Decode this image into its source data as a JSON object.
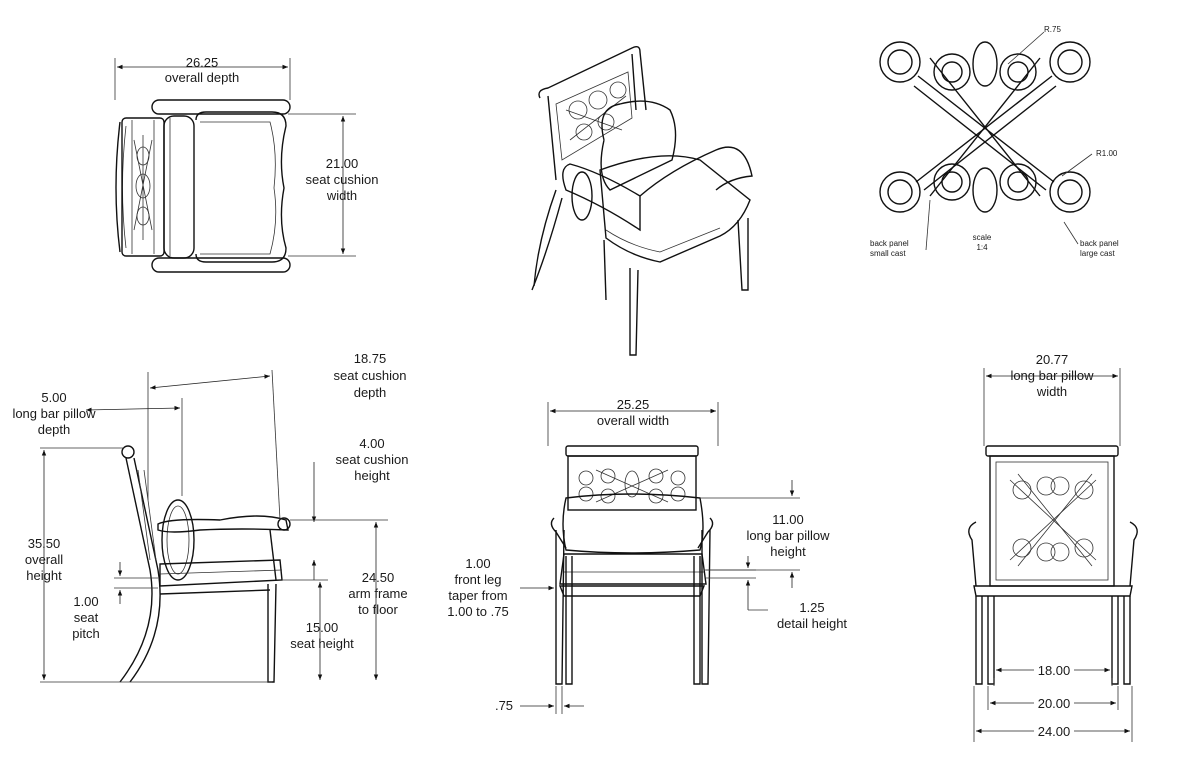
{
  "top_view": {
    "overall_depth": {
      "value": "26.25",
      "label": "overall depth"
    },
    "seat_cushion_width": {
      "value": "21.00",
      "line1": "seat cushion",
      "line2": "width"
    }
  },
  "panel_detail": {
    "small_radius": "R.75",
    "large_radius": "R1.00",
    "small_cast": {
      "line1": "back panel",
      "line2": "small cast"
    },
    "scale": {
      "line1": "scale",
      "line2": "1:4"
    },
    "large_cast": {
      "line1": "back panel",
      "line2": "large cast"
    }
  },
  "side_view": {
    "cushion_depth": {
      "value": "18.75",
      "line1": "seat cushion",
      "line2": "depth"
    },
    "pillow_depth": {
      "value": "5.00",
      "line1": "long bar pillow",
      "line2": "depth"
    },
    "cushion_height": {
      "value": "4.00",
      "line1": "seat cushion",
      "line2": "height"
    },
    "overall_height": {
      "value": "35.50",
      "line1": "overall",
      "line2": "height"
    },
    "seat_pitch": {
      "value": "1.00",
      "line1": "seat",
      "line2": "pitch"
    },
    "arm_frame": {
      "value": "24.50",
      "line1": "arm frame",
      "line2": "to floor"
    },
    "seat_height": {
      "value": "15.00",
      "label": "seat height"
    }
  },
  "front_view": {
    "overall_width": {
      "value": "25.25",
      "label": "overall width"
    },
    "pillow_height": {
      "value": "11.00",
      "line1": "long bar pillow",
      "line2": "height"
    },
    "leg_taper": {
      "value": "1.00",
      "line1": "front leg",
      "line2": "taper from",
      "line3": "1.00 to .75"
    },
    "detail_height": {
      "value": "1.25",
      "label": "detail height"
    },
    "leg_bottom": ".75"
  },
  "back_view": {
    "pillow_width": {
      "value": "20.77",
      "line1": "long bar pillow",
      "line2": "width"
    },
    "width_18": "18.00",
    "width_20": "20.00",
    "width_24": "24.00"
  }
}
